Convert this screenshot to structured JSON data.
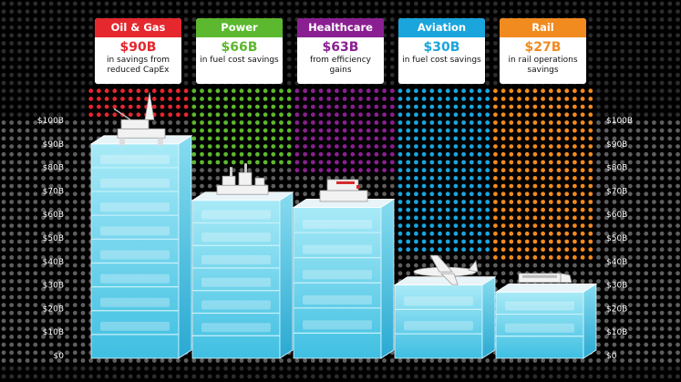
{
  "chart_data": {
    "type": "bar",
    "categories": [
      "Oil & Gas",
      "Power",
      "Healthcare",
      "Aviation",
      "Rail"
    ],
    "values": [
      90,
      66,
      63,
      30,
      27
    ],
    "value_labels": [
      "$90B",
      "$66B",
      "$63B",
      "$30B",
      "$27B"
    ],
    "descriptions": [
      "in savings from reduced CapEx",
      "in fuel cost savings",
      "from efficiency gains",
      "in fuel cost savings",
      "in rail operations savings"
    ],
    "colors": [
      "#e5272e",
      "#5cb82e",
      "#8a1f91",
      "#1aa5dd",
      "#f18a1f"
    ],
    "ylim": [
      0,
      100
    ],
    "yticks": [
      "$0",
      "$10B",
      "$20B",
      "$30B",
      "$40B",
      "$50B",
      "$60B",
      "$70B",
      "$80B",
      "$90B",
      "$100B"
    ],
    "icons": [
      "oil-rig-icon",
      "power-plant-icon",
      "hospital-icon",
      "airplane-icon",
      "train-icon"
    ],
    "grid": true
  }
}
